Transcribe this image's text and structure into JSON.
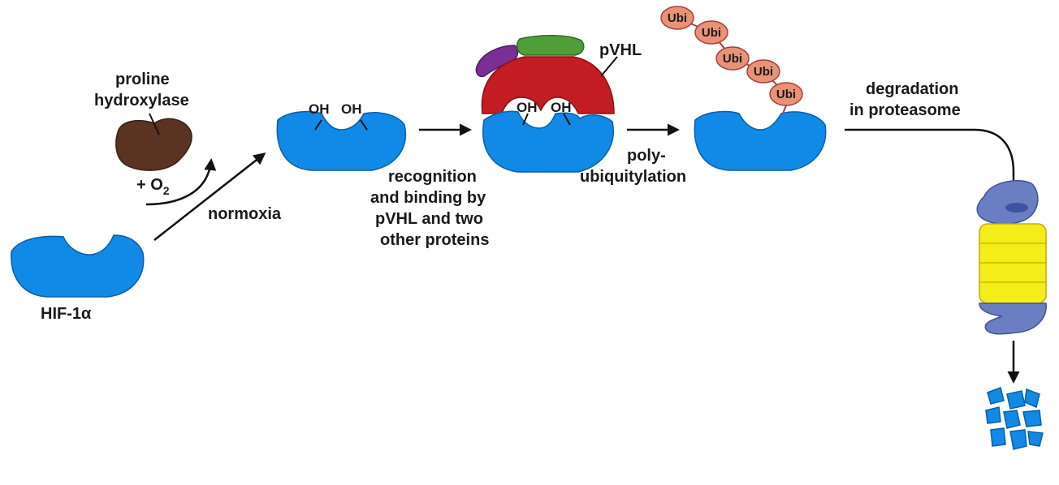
{
  "labels": {
    "enzyme_line1": "proline",
    "enzyme_line2": "hydroxylase",
    "oxygen": "+ O",
    "oxygen_sub": "2",
    "condition": "normoxia",
    "protein": "HIF-1α",
    "hydroxyl": "OH",
    "recognition_lines": [
      "recognition",
      "and binding by",
      "pVHL and two",
      "other proteins"
    ],
    "pvhl": "pVHL",
    "polyubiquitylation_lines": [
      "poly-",
      "ubiquitylation"
    ],
    "degradation_lines": [
      "degradation",
      "in proteasome"
    ],
    "ubiquitin": "Ubi"
  },
  "ubiquitin_count": 5,
  "colors": {
    "hif1a": "#1189e6",
    "hydroxylase": "#5a3322",
    "pvhl": "#c31c22",
    "green_protein": "#4f9e3a",
    "purple_protein": "#7b2f94",
    "ubiquitin": "#e89278",
    "proteasome_cap": "#6b7ec2",
    "proteasome_core": "#f3ee1a",
    "arrow": "#111111"
  }
}
